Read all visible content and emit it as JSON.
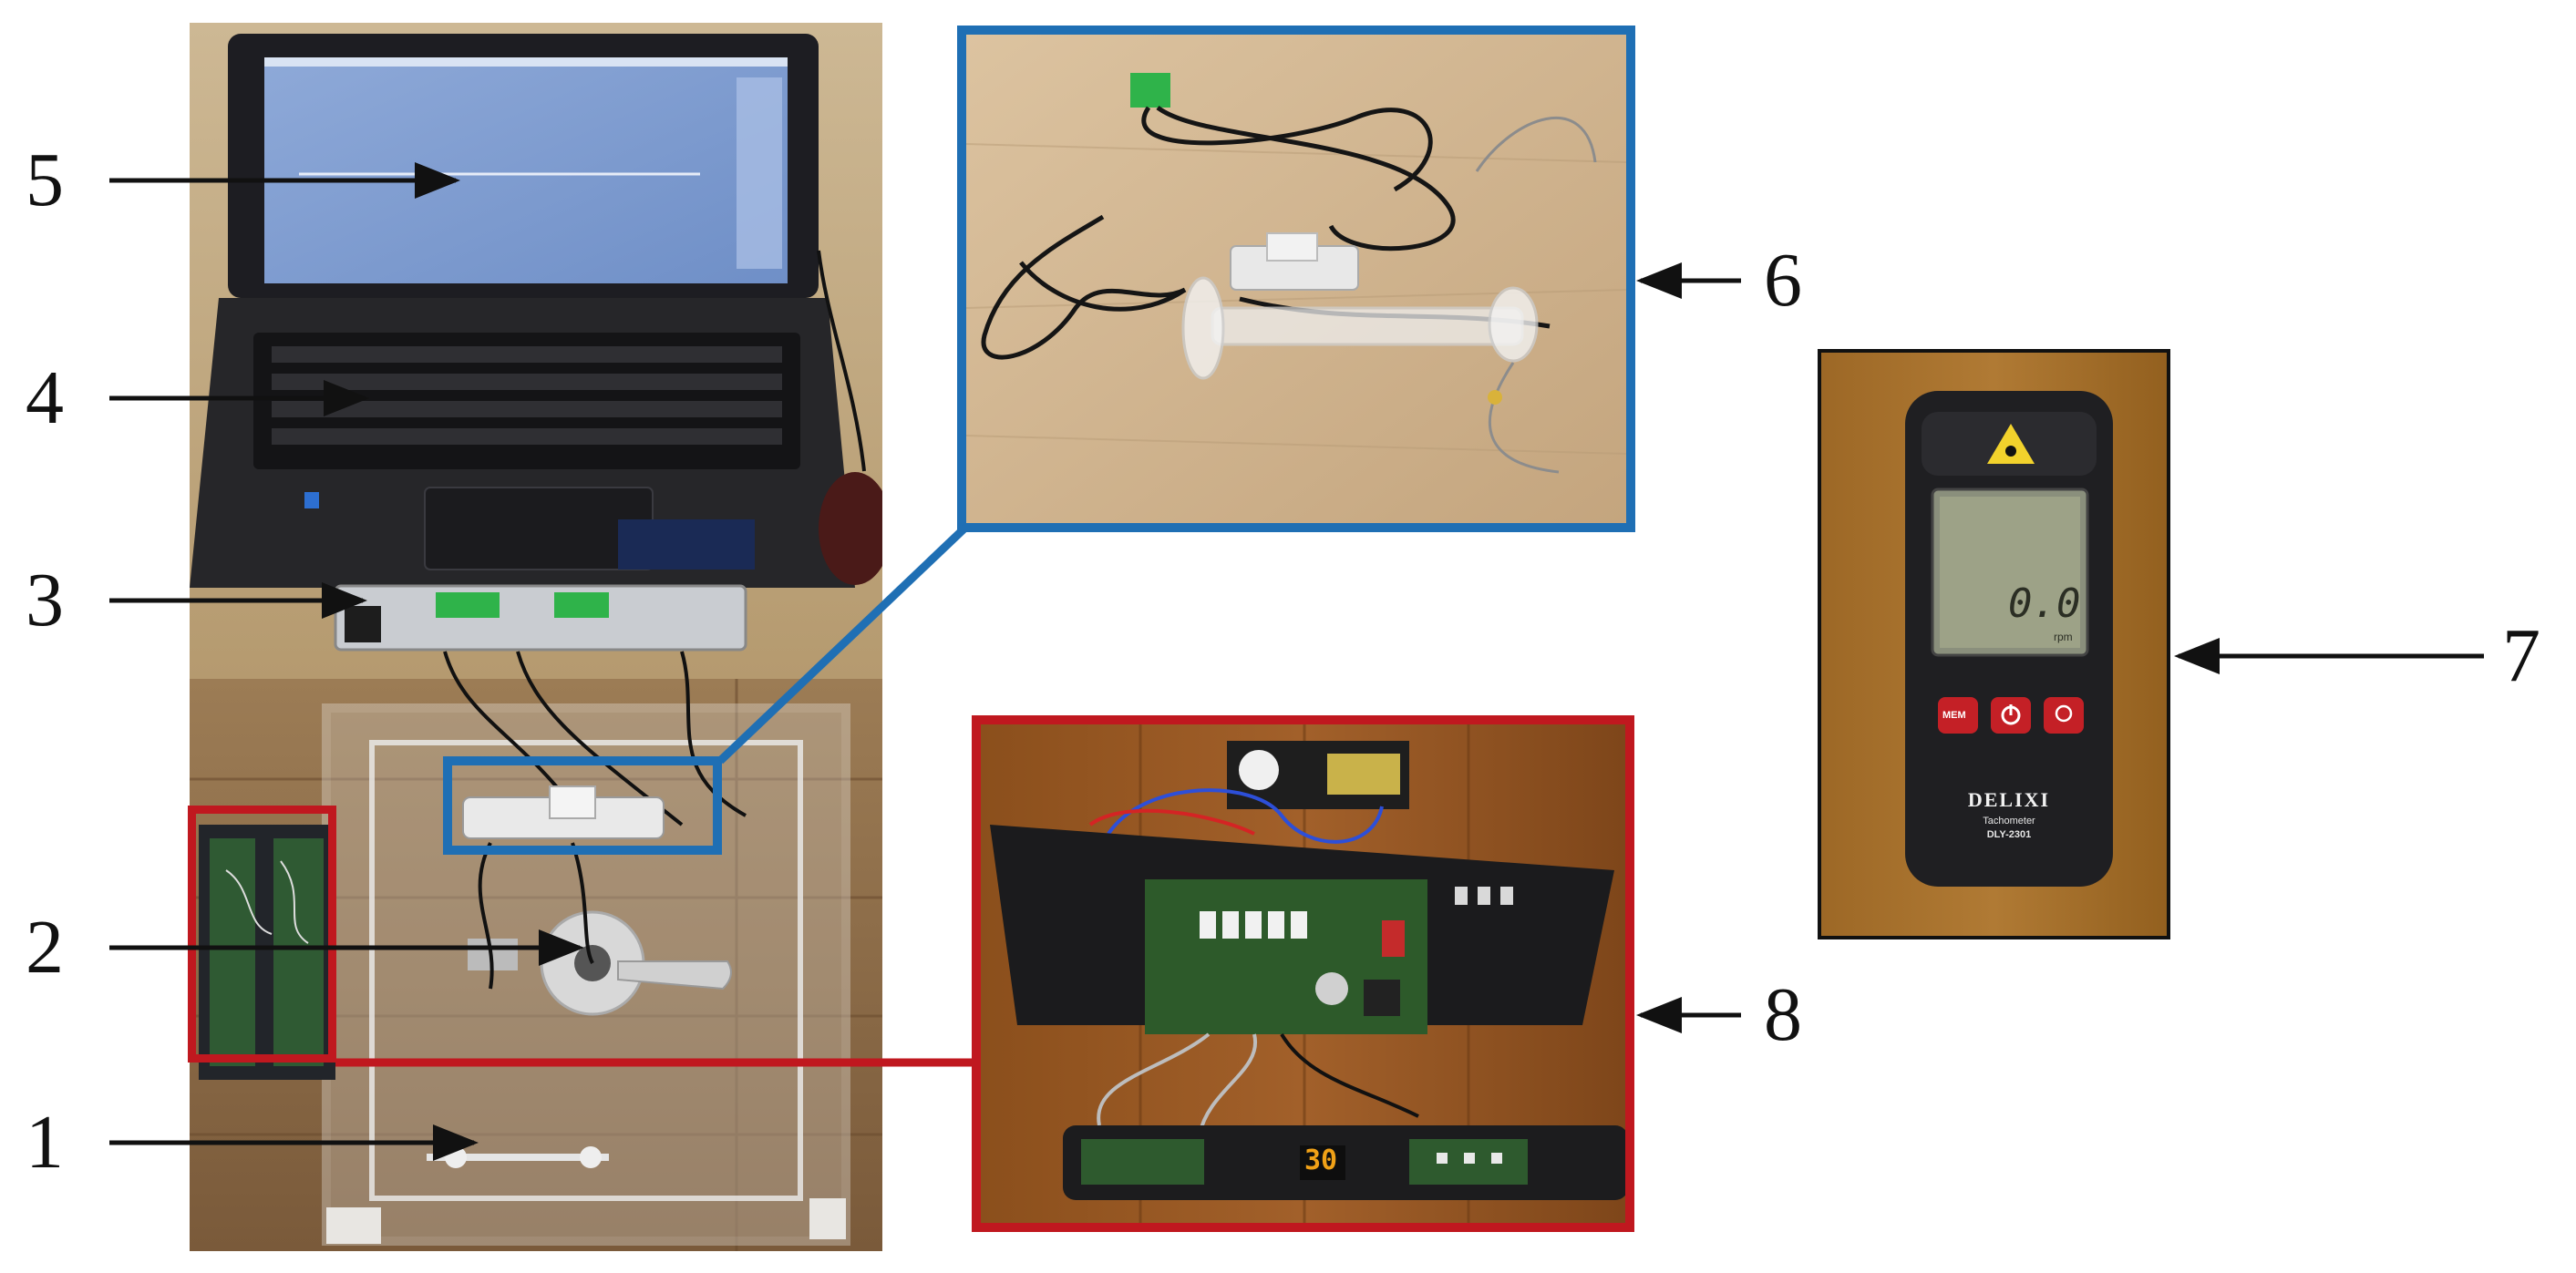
{
  "labels": {
    "l1": "1",
    "l2": "2",
    "l3": "3",
    "l4": "4",
    "l5": "5",
    "l6": "6",
    "l7": "7",
    "l8": "8"
  },
  "tachometer": {
    "brand": "DELIXI",
    "model_name": "Tachometer",
    "model_code": "DLY-2301",
    "reading": "0.0",
    "unit": "rpm",
    "btn_mem": "MEM"
  },
  "control_board": {
    "display_value": "30"
  },
  "colors": {
    "callout_blue": "#1f6fb4",
    "callout_red": "#c0181f",
    "arrow": "#111111"
  }
}
